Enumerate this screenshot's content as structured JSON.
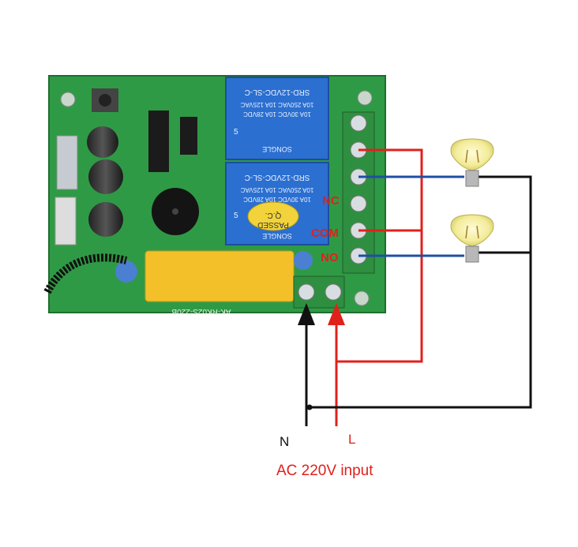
{
  "relay1": {
    "model": "SRD-12VDC-SL-C",
    "ratings": [
      "10A 250VAC 10A 125VAC",
      "10A 30VDC 10A 28VDC"
    ],
    "brand": "SONGLE",
    "number": "5"
  },
  "relay2": {
    "model": "SRD-12VDC-SL-C",
    "ratings": [
      "10A 250VAC 10A 125VAC",
      "10A 30VDC 10A 28VDC"
    ],
    "brand": "SONGLE",
    "number": "5"
  },
  "sticker": {
    "line1": "Q.C.",
    "line2": "PASSED"
  },
  "board_label": "AK-RK02S-220B",
  "terminals": {
    "nc": "NC",
    "com": "COM",
    "no": "NO"
  },
  "input": {
    "n_label": "N",
    "l_label": "L",
    "caption": "AC 220V input"
  },
  "colors": {
    "live_wire": "#e0211b",
    "neutral_wire": "#111111",
    "load_wire": "#1f4fa3",
    "pcb": "#2f9a45"
  }
}
